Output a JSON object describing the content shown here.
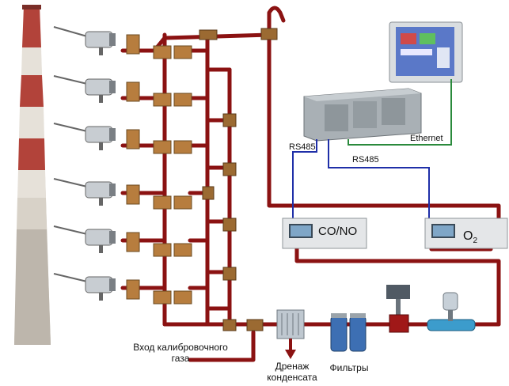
{
  "labels": {
    "rs485_left": "RS485",
    "rs485_right": "RS485",
    "ethernet": "Ethernet",
    "analyzer_co_no": "CO/NO",
    "analyzer_o2_main": "O",
    "analyzer_o2_sub": "2",
    "calibration_gas": "Вход калибровочного газа",
    "condensate_drain": "Дренаж конденсата",
    "filters": "Фильтры"
  },
  "colors": {
    "gas_pipe": "#8b1212",
    "rs485_line": "#1f2fa8",
    "ethernet_line": "#2a8a3c",
    "brass_valve": "#b77d3e",
    "chimney_red": "#b2433a",
    "chimney_white": "#e6e1d9"
  },
  "icons": [
    "chimney-icon",
    "gas-probe-icon",
    "valve-icon",
    "plc-icon",
    "hmi-panel-icon",
    "gas-analyzer-icon",
    "condensate-cooler-icon",
    "filter-icon",
    "pump-icon",
    "flowmeter-icon"
  ]
}
